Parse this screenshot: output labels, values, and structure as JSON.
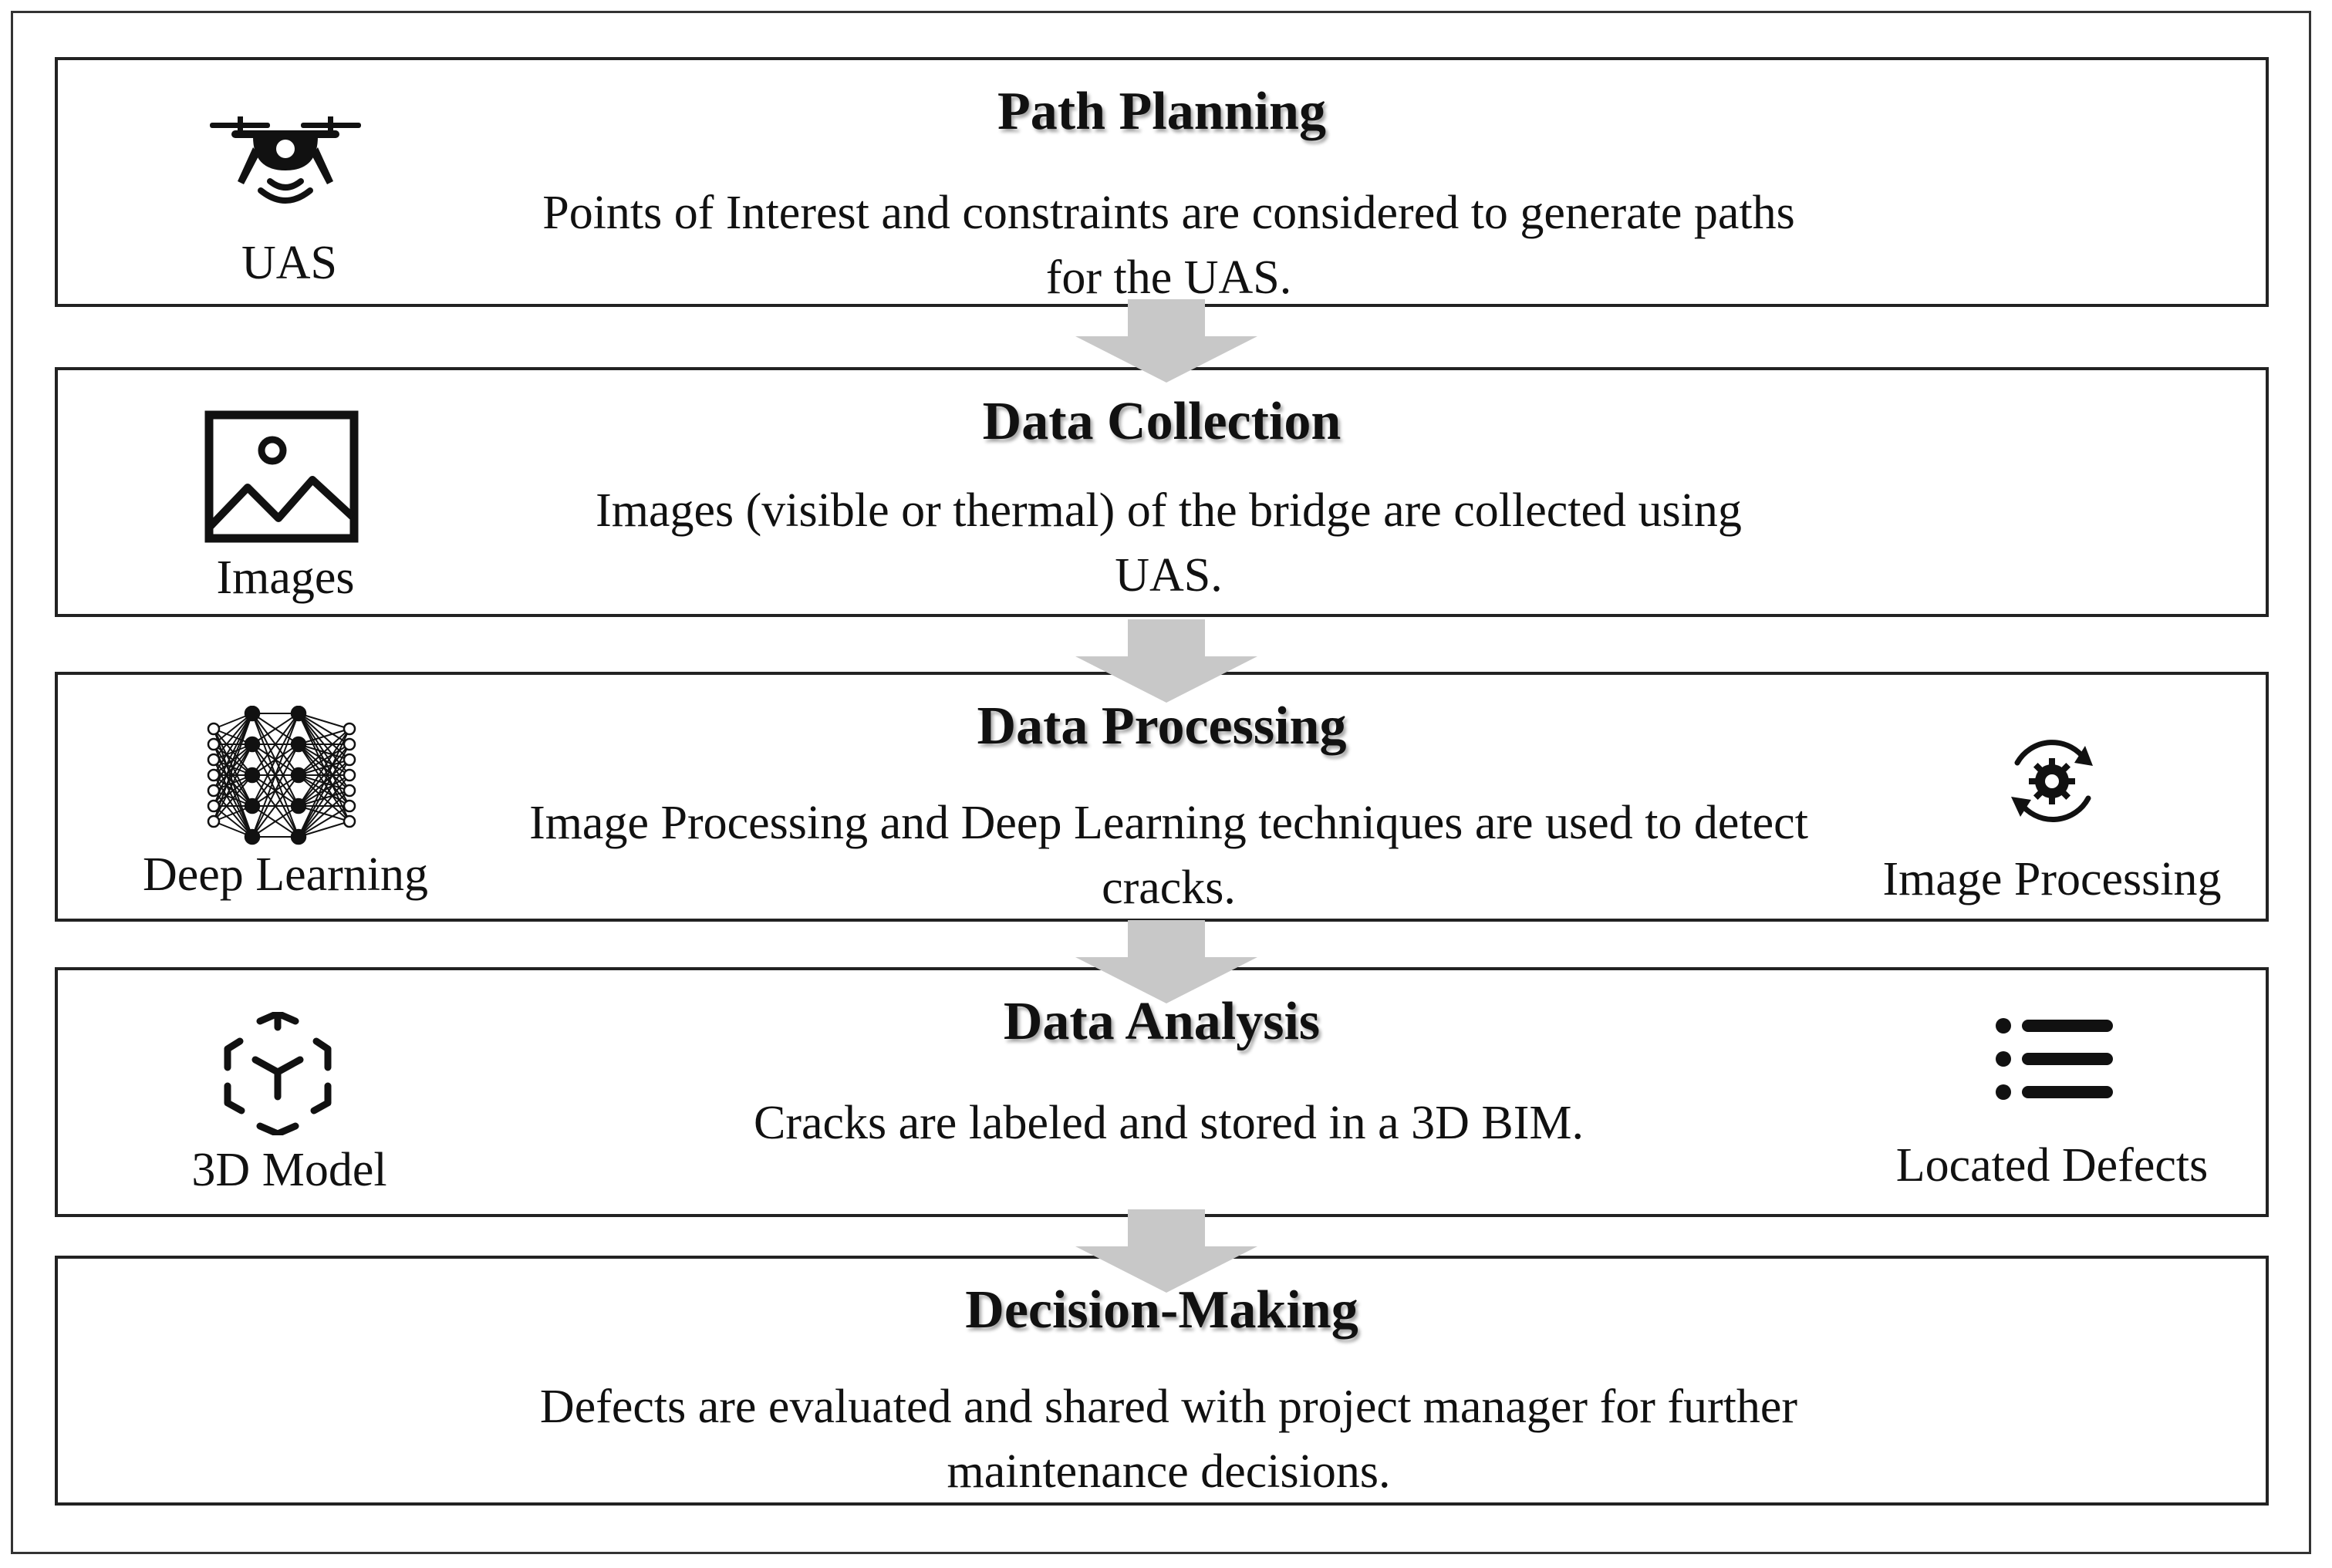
{
  "stages": [
    {
      "title": "Path Planning",
      "desc_line1": "Points of Interest and constraints are considered to generate paths",
      "desc_line2": "for the UAS.",
      "icon_left": {
        "icon": "drone-icon",
        "label": "UAS"
      }
    },
    {
      "title": "Data Collection",
      "desc_line1": "Images (visible or thermal) of the bridge are collected using",
      "desc_line2": "UAS.",
      "icon_left": {
        "icon": "image-icon",
        "label": "Images"
      }
    },
    {
      "title": "Data Processing",
      "desc_line1": "Image Processing and Deep Learning techniques are used to detect",
      "desc_line2": "cracks.",
      "icon_left": {
        "icon": "neural-network-icon",
        "label": "Deep Learning"
      },
      "icon_right": {
        "icon": "gear-cycle-icon",
        "label": "Image Processing"
      }
    },
    {
      "title": "Data Analysis",
      "desc_line1": "Cracks are labeled and stored in a 3D BIM.",
      "desc_line2": "",
      "icon_left": {
        "icon": "cube-3d-icon",
        "label": "3D Model"
      },
      "icon_right": {
        "icon": "list-icon",
        "label": "Located Defects"
      }
    },
    {
      "title": "Decision-Making",
      "desc_line1": "Defects are evaluated and shared with project manager for further",
      "desc_line2": "maintenance decisions.",
      "icon_left": null
    }
  ],
  "colors": {
    "arrow": "#c8c8c8",
    "border": "#222222",
    "text": "#111111"
  }
}
